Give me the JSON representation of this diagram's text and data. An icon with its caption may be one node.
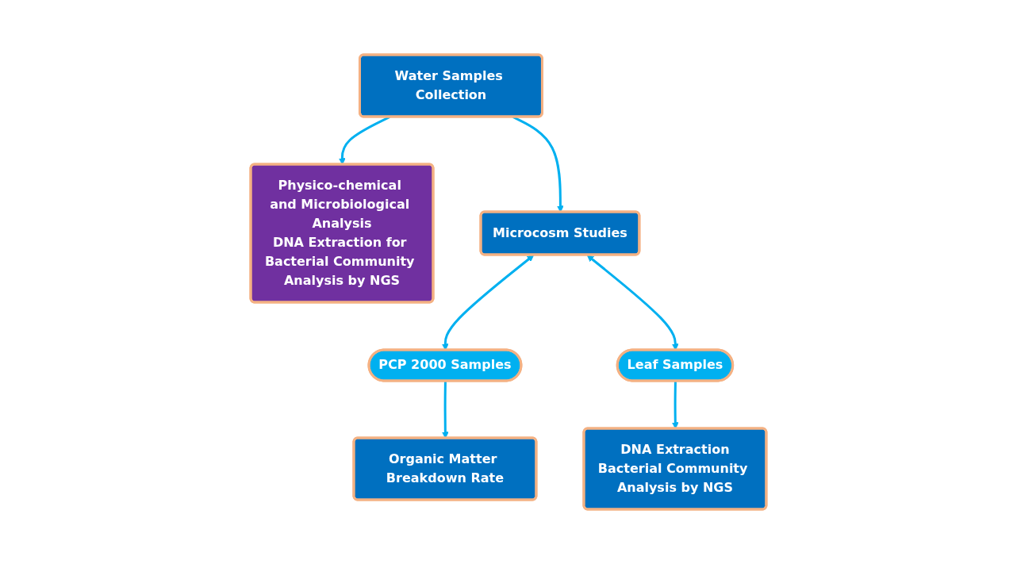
{
  "diagram": {
    "nodes": [
      {
        "text": [
          "Physico-chemical and Microbiological Analysis",
          "DNA Extraction for Bacterial Community Analysis by NGS"
        ]
      },
      {
        "text": [
          "Water Samples Collection"
        ]
      },
      {
        "text": [
          "Microcosm Studies"
        ]
      },
      {
        "text": [
          "PCP 2000 Samples"
        ]
      },
      {
        "text": [
          "Leaf Samples"
        ]
      },
      {
        "text": [
          "Organic Matter Breakdown Rate"
        ]
      },
      {
        "text": [
          "DNA Extraction",
          "Bacterial Community Analysis by NGS"
        ]
      }
    ],
    "edges": [
      {
        "from": 1,
        "to": 0,
        "arrow": "to"
      },
      {
        "from": 1,
        "to": 2,
        "arrow": "to"
      },
      {
        "from": 2,
        "to": 3,
        "arrow": "both"
      },
      {
        "from": 2,
        "to": 4,
        "arrow": "both"
      },
      {
        "from": 3,
        "to": 5,
        "arrow": "to"
      },
      {
        "from": 4,
        "to": 6,
        "arrow": "to"
      }
    ]
  }
}
